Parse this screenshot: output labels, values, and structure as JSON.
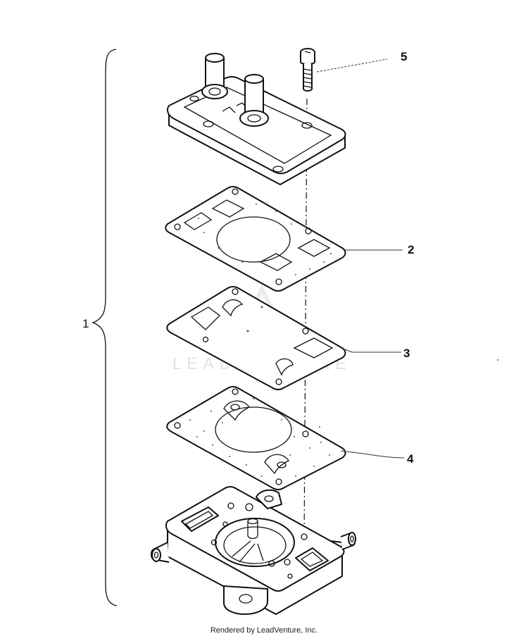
{
  "diagram": {
    "callouts": {
      "assembly": "1",
      "gasket_a": "2",
      "gasket_b": "3",
      "gasket_c": "4",
      "screw": "5"
    },
    "watermark_text": "LEADVENTURE",
    "footer_text": "Rendered by LeadVenture, Inc."
  },
  "colors": {
    "line": "#111111",
    "watermark": "#e3e3e3",
    "background": "#ffffff"
  }
}
